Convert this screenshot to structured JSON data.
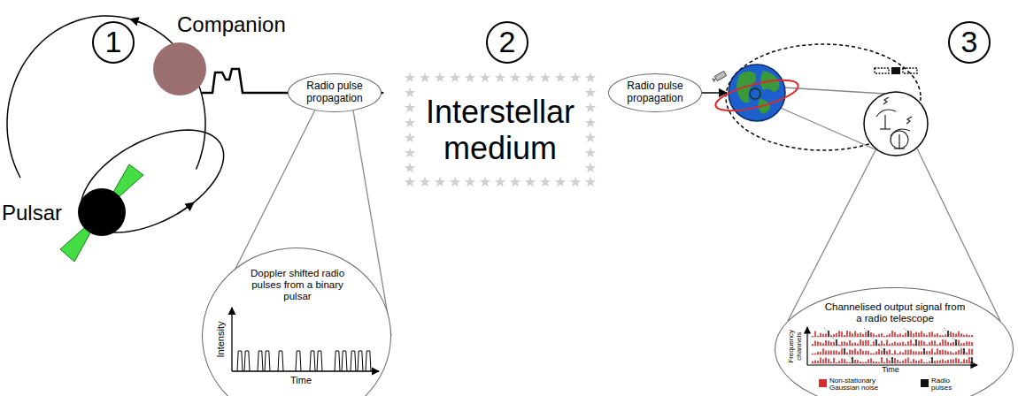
{
  "diagram": {
    "nodes": [
      {
        "text": [
          "1"
        ]
      },
      {
        "text": [
          "Companion"
        ]
      },
      {
        "text": [
          "Pulsar"
        ]
      },
      {
        "text": [
          "Radio pulse propagation"
        ]
      },
      {
        "text": [
          "Doppler shifted radio pulses from a binary pulsar"
        ]
      },
      {
        "text": [
          "2"
        ]
      },
      {
        "text": [
          "Interstellar medium"
        ]
      },
      {
        "text": [
          "Radio pulse propagation"
        ]
      },
      {
        "text": [
          "3"
        ]
      },
      {
        "text": [
          "Channelised output signal from a radio telescope"
        ]
      }
    ],
    "edges": [
      {
        "from": 3,
        "to": 6,
        "arrow": "to"
      },
      {
        "from": 6,
        "to": 7,
        "arrow": "none"
      },
      {
        "from": 3,
        "to": 4,
        "arrow": "none"
      }
    ],
    "labels": [
      "Intensity",
      "Time",
      "Frequency channels",
      "Time"
    ],
    "legend": [
      {
        "text": "Non-stationary Gaussian noise",
        "color": "#d92b2b"
      },
      {
        "text": "Radio pulses",
        "color": "#111111"
      }
    ]
  }
}
